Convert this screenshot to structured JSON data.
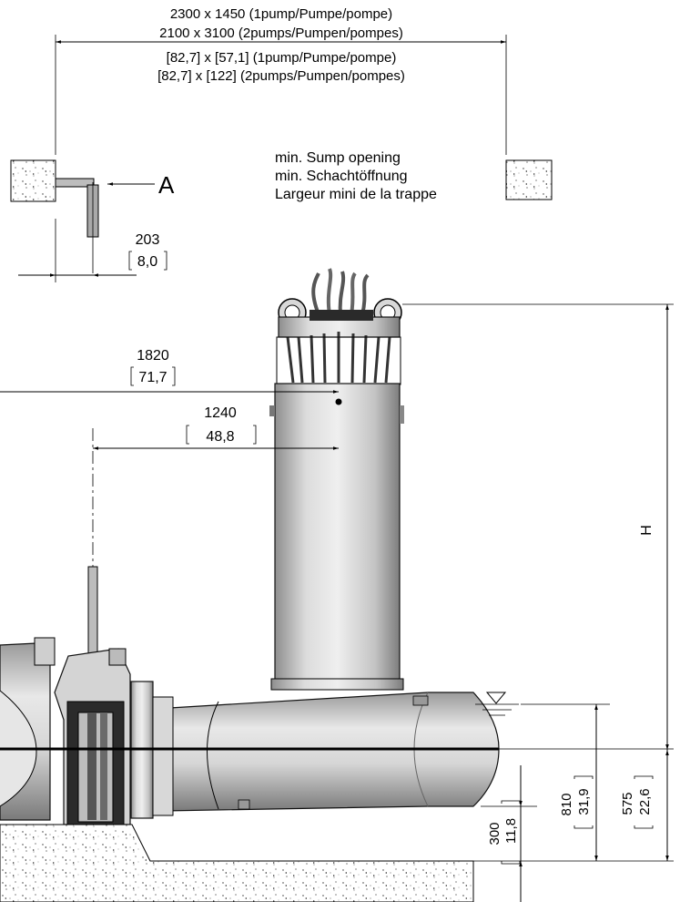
{
  "top_dimension": {
    "line1": "2300 x 1450 (1pump/Pumpe/pompe)",
    "line2": "2100 x 3100 (2pumps/Pumpen/pompes)",
    "line3": "[82,7] x [57,1] (1pump/Pumpe/pompe)",
    "line4": "[82,7] x [122] (2pumps/Pumpen/pompes)"
  },
  "view_label": "A",
  "sump_opening": {
    "line1": "min. Sump opening",
    "line2": "min. Schachtöffnung",
    "line3": "Largeur mini de la trappe"
  },
  "dim_203": {
    "mm": "203",
    "inch": "8,0"
  },
  "dim_1820": {
    "mm": "1820",
    "inch": "71,7"
  },
  "dim_1240": {
    "mm": "1240",
    "inch": "48,8"
  },
  "dim_h": {
    "label": "H"
  },
  "dim_300": {
    "mm": "300",
    "inch": "11,8"
  },
  "dim_810": {
    "mm": "810",
    "inch": "31,9"
  },
  "dim_575": {
    "mm": "575",
    "inch": "22,6"
  },
  "colors": {
    "line": "#000000",
    "pump_light": "#e6e6e6",
    "pump_dark": "#9a9a9a"
  }
}
